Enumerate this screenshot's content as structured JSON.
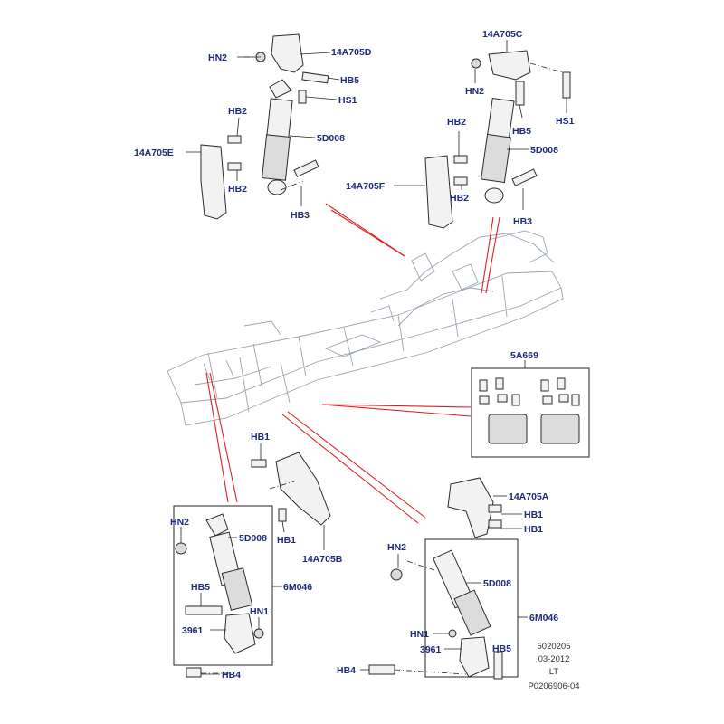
{
  "labels": {
    "hn2_top_left": "HN2",
    "a705d": "14A705D",
    "hb5_top_left": "HB5",
    "hs1_top_left": "HS1",
    "hb2_left_a": "HB2",
    "a705e": "14A705E",
    "d008_top_left": "5D008",
    "hb2_left_b": "HB2",
    "hb3_top_left": "HB3",
    "a705c": "14A705C",
    "hn2_top_right": "HN2",
    "hb5_top_right": "HB5",
    "hs1_top_right": "HS1",
    "hb2_right_a": "HB2",
    "d008_top_right": "5D008",
    "a705f": "14A705F",
    "hb2_right_b": "HB2",
    "hb3_top_right": "HB3",
    "a669": "5A669",
    "hb1_mid_a": "HB1",
    "hb1_mid_b": "HB1",
    "a705b": "14A705B",
    "hn2_bottom_left": "HN2",
    "d008_bottom_left": "5D008",
    "m046_left": "6M046",
    "hb5_bottom_left": "HB5",
    "hn1_bottom_left": "HN1",
    "s3961_left": "3961",
    "hb4_left": "HB4",
    "a705a": "14A705A",
    "hb1_right_a": "HB1",
    "hb1_right_b": "HB1",
    "hn2_bottom_right": "HN2",
    "d008_bottom_right": "5D008",
    "m046_right": "6M046",
    "hn1_bottom_right": "HN1",
    "s3961_right": "3961",
    "hb5_bottom_right": "HB5",
    "hb4_right": "HB4"
  },
  "footer": {
    "code": "5020205",
    "date": "03-2012",
    "side": "LT",
    "ref": "P0206906-04"
  }
}
